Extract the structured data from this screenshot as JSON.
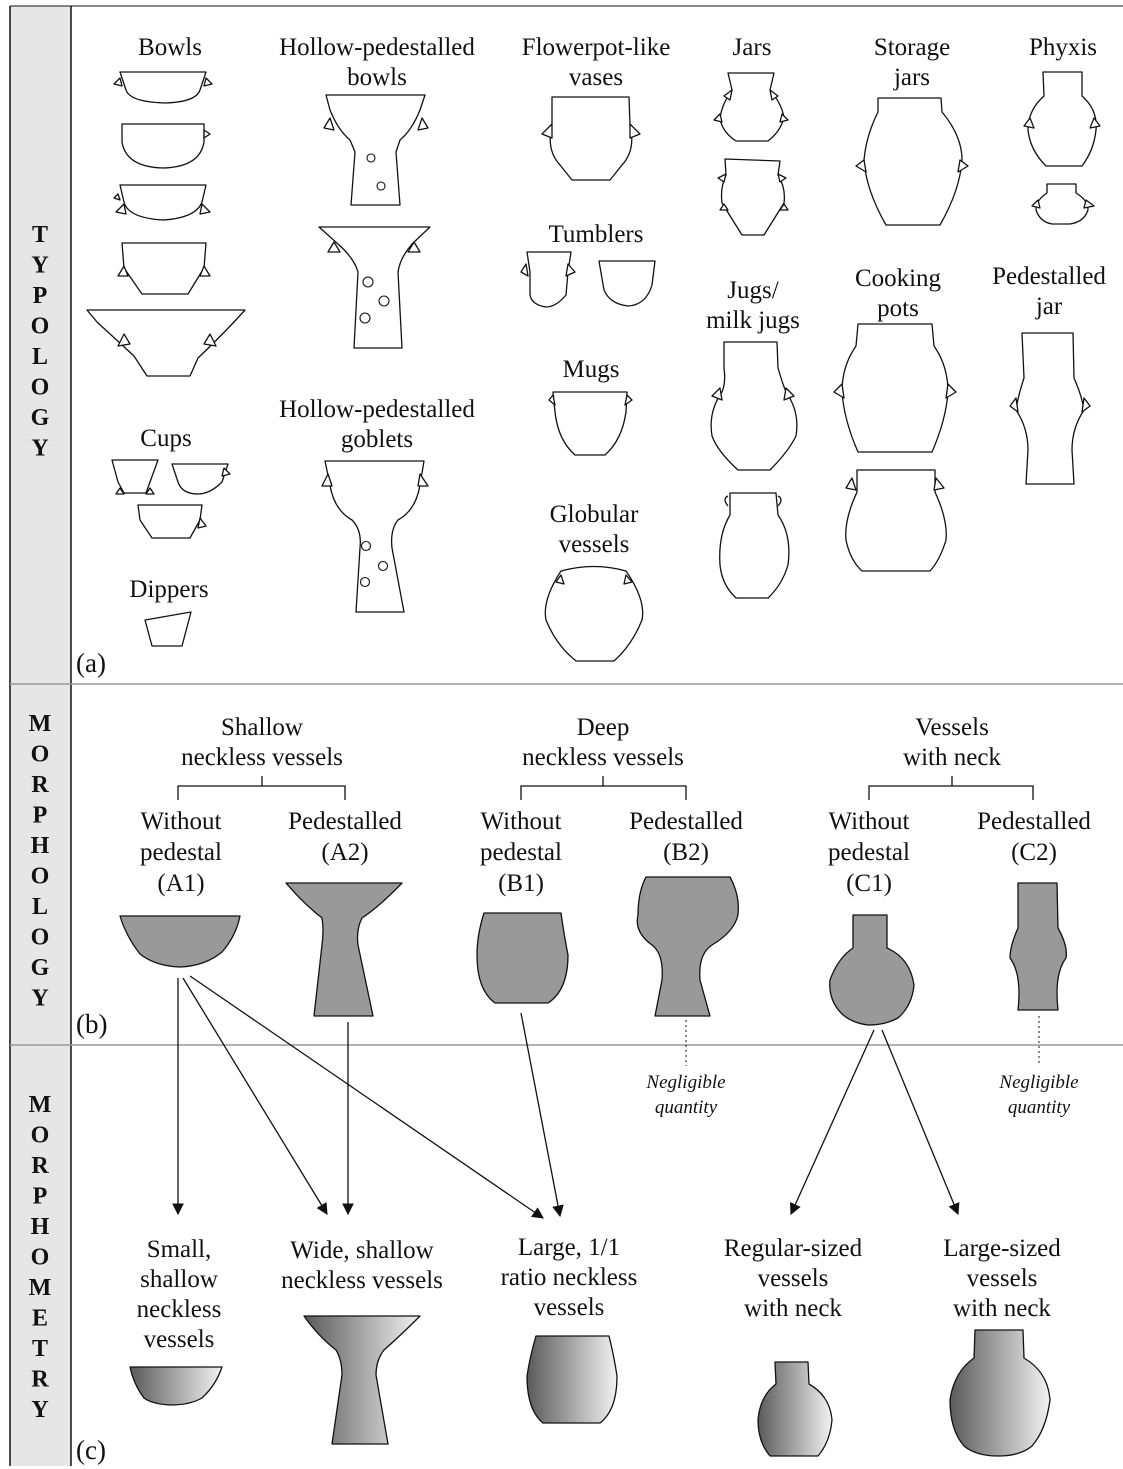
{
  "side_labels": {
    "typology": "TYPOLOGY",
    "morphology": "MORPHOLOGY",
    "morphometry": "MORPHOMETRY"
  },
  "panels": {
    "a": "(a)",
    "b": "(b)",
    "c": "(c)"
  },
  "typology": {
    "bowls": [
      "Bowls"
    ],
    "hollow_pedestalled_bowls": [
      "Hollow-pedestalled",
      "bowls"
    ],
    "flowerpot_like_vases": [
      "Flowerpot-like",
      "vases"
    ],
    "jars": [
      "Jars"
    ],
    "storage_jars": [
      "Storage",
      "jars"
    ],
    "phyxis": [
      "Phyxis"
    ],
    "tumblers": [
      "Tumblers"
    ],
    "jugs_milk_jugs": [
      "Jugs/",
      "milk jugs"
    ],
    "cooking_pots": [
      "Cooking",
      "pots"
    ],
    "pedestalled_jar": [
      "Pedestalled",
      "jar"
    ],
    "mugs": [
      "Mugs"
    ],
    "cups": [
      "Cups"
    ],
    "hollow_pedestalled_goblets": [
      "Hollow-pedestalled",
      "goblets"
    ],
    "globular_vessels": [
      "Globular",
      "vessels"
    ],
    "dippers": [
      "Dippers"
    ]
  },
  "morphology": {
    "shallow": [
      "Shallow",
      "neckless vessels"
    ],
    "deep": [
      "Deep",
      "neckless vessels"
    ],
    "neck": [
      "Vessels",
      "with neck"
    ],
    "a1": [
      "Without",
      "pedestal",
      "(A1)"
    ],
    "a2": [
      "Pedestalled",
      "(A2)"
    ],
    "b1": [
      "Without",
      "pedestal",
      "(B1)"
    ],
    "b2": [
      "Pedestalled",
      "(B2)"
    ],
    "c1": [
      "Without",
      "pedestal",
      "(C1)"
    ],
    "c2": [
      "Pedestalled",
      "(C2)"
    ],
    "note_b2": [
      "Negligible",
      "quantity"
    ],
    "note_c2": [
      "Negligible",
      "quantity"
    ]
  },
  "morphometry": {
    "small_shallow": [
      "Small,",
      "shallow",
      "neckless",
      "vessels"
    ],
    "wide_shallow": [
      "Wide, shallow",
      "neckless vessels"
    ],
    "large_ratio": [
      "Large, 1/1",
      "ratio neckless",
      "vessels"
    ],
    "regular_neck": [
      "Regular-sized",
      "vessels",
      "with neck"
    ],
    "large_neck": [
      "Large-sized",
      "vessels",
      "with neck"
    ]
  },
  "colors": {
    "sidebar": "#e6e6e6",
    "morphology_fill": "#999999",
    "gradient_dark": "#5a5a5a",
    "gradient_light": "#f2f2f2",
    "line": "#111111"
  }
}
